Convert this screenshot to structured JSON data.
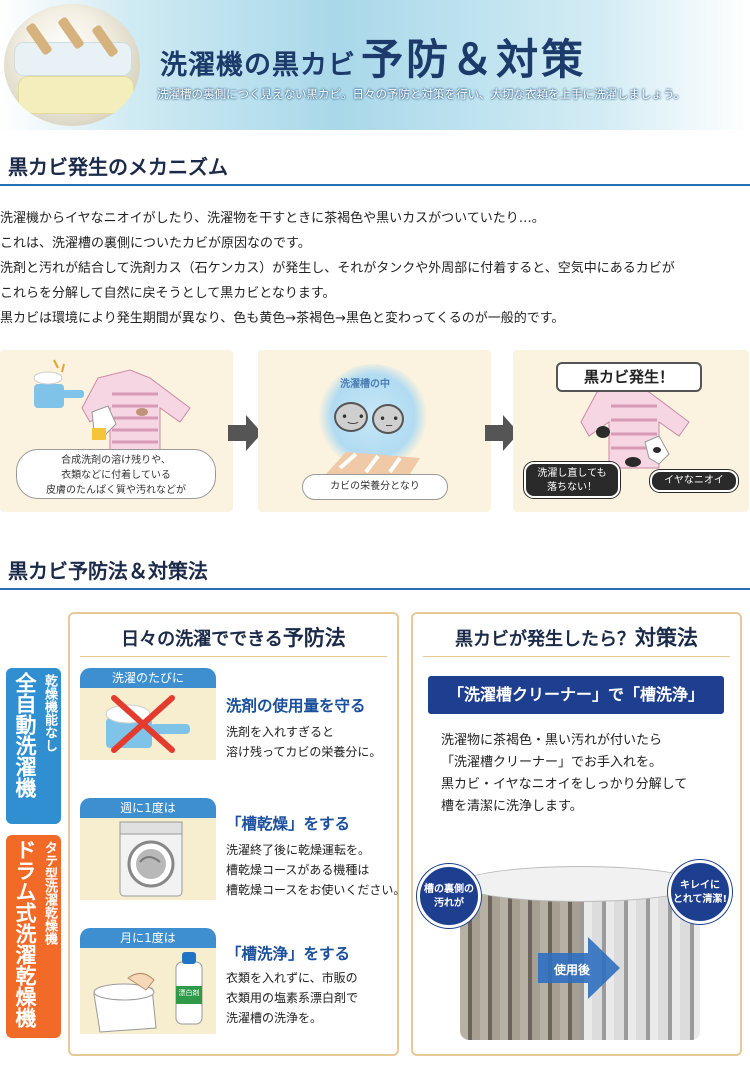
{
  "banner": {
    "title_small": "洗濯機の黒カビ",
    "title_big": "予防＆対策",
    "subtitle": "洗濯槽の裏側につく見えない黒カビ。日々の予防と対策を行い、大切な衣類を上手に洗濯しましょう。"
  },
  "mechanism": {
    "heading": "黒カビ発生のメカニズム",
    "paragraphs": [
      "洗濯機からイヤなニオイがしたり、洗濯物を干すときに茶褐色や黒いカスがついていたり…。",
      "これは、洗濯槽の裏側についたカビが原因なのです。",
      "洗剤と汚れが結合して洗剤カス（石ケンカス）が発生し、それがタンクや外周部に付着すると、空気中にあるカビが",
      "これらを分解して自然に戻そうとして黒カビとなります。",
      "黒カビは環境により発生期間が異なり、色も黄色→茶褐色→黒色と変わってくるのが一般的です。"
    ],
    "flow": {
      "step1_lines": [
        "合成洗剤の溶け残りや、",
        "衣類などに付着している",
        "皮膚のたんぱく質や汚れなどが"
      ],
      "step2_label": "洗濯槽の中",
      "step2_caption": "カビの栄養分となり",
      "step3_title": "黒カビ発生！",
      "step3_bubble_left": [
        "洗濯し直しても",
        "落ちない！"
      ],
      "step3_bubble_right": "イヤなニオイ"
    }
  },
  "prevention": {
    "heading": "黒カビ予防法＆対策法",
    "side_labels": {
      "blue_small": "乾燥機能なし",
      "blue_big": "全自動洗濯機",
      "orange_small": "タテ型洗濯乾燥機",
      "orange_big": "ドラム式洗濯乾燥機"
    },
    "left_box": {
      "title_prefix": "日々の洗濯でできる",
      "title_em": "予防法",
      "tips": [
        {
          "freq": "洗濯のたびに",
          "head": "洗剤の使用量を守る",
          "body": [
            "洗剤を入れすぎると",
            "溶け残ってカビの栄養分に。"
          ]
        },
        {
          "freq": "週に1度は",
          "head": "「槽乾燥」をする",
          "body": [
            "洗濯終了後に乾燥運転を。",
            "槽乾燥コースがある機種は",
            "槽乾燥コースをお使いください。"
          ]
        },
        {
          "freq": "月に1度は",
          "head": "「槽洗浄」をする",
          "body": [
            "衣類を入れずに、市販の",
            "衣類用の塩素系漂白剤で",
            "洗濯槽の洗浄を。"
          ]
        }
      ],
      "bleach_label": "漂白剤"
    },
    "right_box": {
      "title_prefix": "黒カビが発生したら？",
      "title_em": "対策法",
      "banner": "「洗濯槽クリーナー」で「槽洗浄」",
      "body": [
        "洗濯物に茶褐色・黒い汚れが付いたら",
        "「洗濯槽クリーナー」でお手入れを。",
        "黒カビ・イヤなニオイをしっかり分解して",
        "槽を清潔に洗浄します。"
      ],
      "badge_left": [
        "槽の裏側の",
        "汚れが"
      ],
      "badge_right": [
        "キレイに",
        "とれて清潔!"
      ],
      "after_label": "使用後"
    }
  },
  "colors": {
    "heading_rule": "#2a6fb6",
    "side_blue": "#2f8fd0",
    "side_orange": "#f16a27",
    "navy": "#1e3f8f",
    "panel_bg": "#fbf3df"
  }
}
